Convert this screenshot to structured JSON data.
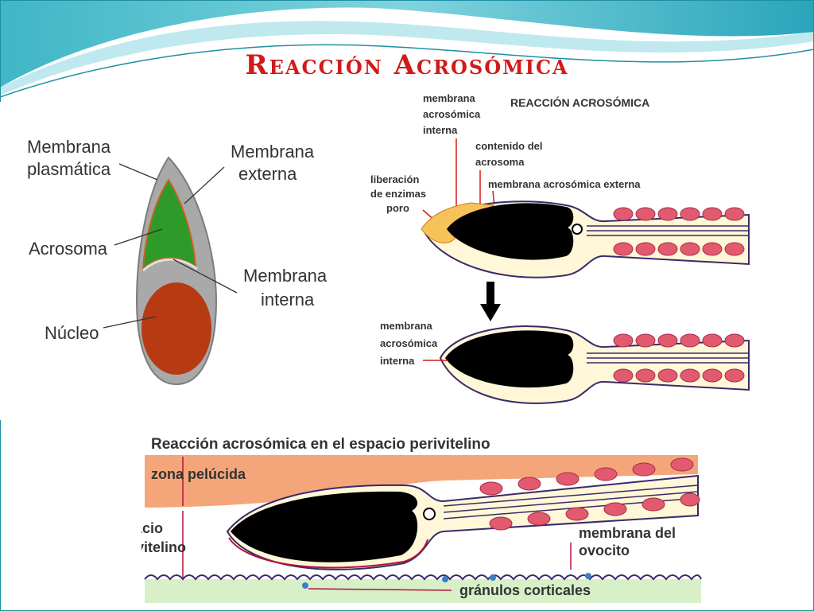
{
  "slide": {
    "title": "Reacción Acrosómica"
  },
  "left_diagram": {
    "labels": {
      "plasma_membrane": [
        "Membrana",
        "plasmática"
      ],
      "outer_membrane": [
        "Membrana",
        "externa"
      ],
      "acrosome": "Acrosoma",
      "inner_membrane": [
        "Membrana",
        "interna"
      ],
      "nucleus": "Núcleo"
    },
    "colors": {
      "acrosome": "#2e9a2a",
      "nucleus": "#b63a12",
      "membrane": "#9a9a9a"
    }
  },
  "right_diagram": {
    "title": "REACCIÓN ACROSÓMICA",
    "labels": {
      "inner_membrane_top": [
        "membrana",
        "acrosómica",
        "interna"
      ],
      "acrosome_content": [
        "contenido del",
        "acrosoma"
      ],
      "outer_membrane": "membrana acrosómica externa",
      "enzyme_release": [
        "liberación",
        "de enzimas",
        "poro"
      ],
      "inner_membrane_bottom": [
        "membrana",
        "acrosómica",
        "interna"
      ]
    }
  },
  "bottom_diagram": {
    "title": "Reacción acrosómica en el espacio perivitelino",
    "labels": {
      "zona": "zona pelúcida",
      "perivitelline": [
        "espacio",
        "perivitelino"
      ],
      "oocyte_membrane": [
        "membrana del",
        "ovocito"
      ],
      "cortical_granules": "gránulos corticales"
    },
    "colors": {
      "zona": "#f4a67a",
      "oocyte": "#d7f0c8"
    }
  }
}
